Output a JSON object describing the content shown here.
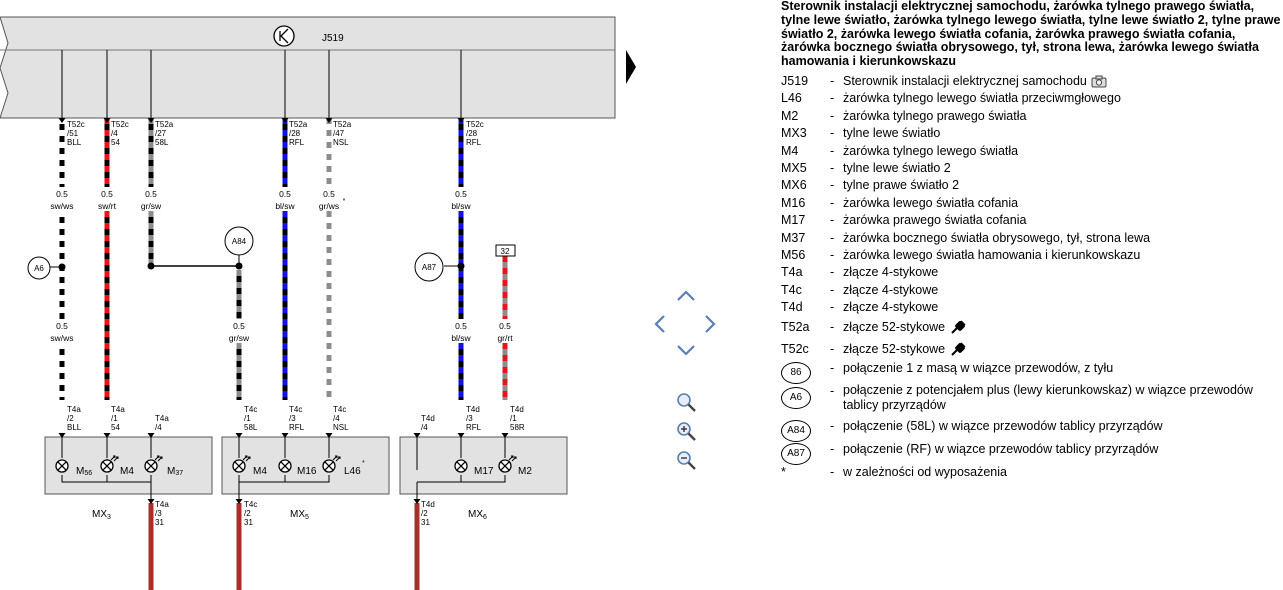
{
  "diagram": {
    "control_unit": {
      "label": "J519"
    },
    "connectors": [
      {
        "id": "w1",
        "conn": "T52c",
        "pin": "/51",
        "sig": "BLL"
      },
      {
        "id": "w2",
        "conn": "T52c",
        "pin": "/4",
        "sig": "54"
      },
      {
        "id": "w3",
        "conn": "T52a",
        "pin": "/27",
        "sig": "58L"
      },
      {
        "id": "w4",
        "conn": "T52a",
        "pin": "/28",
        "sig": "RFL"
      },
      {
        "id": "w5",
        "conn": "T52a",
        "pin": "/47",
        "sig": "NSL"
      },
      {
        "id": "w6",
        "conn": "T52c",
        "pin": "/28",
        "sig": "RFL"
      }
    ],
    "wire_specs": [
      {
        "id": "s1",
        "size": "0.5",
        "color": "sw/ws"
      },
      {
        "id": "s2",
        "size": "0.5",
        "color": "sw/rt"
      },
      {
        "id": "s3",
        "size": "0.5",
        "color": "gr/sw"
      },
      {
        "id": "s4",
        "size": "0.5",
        "color": "bl/sw"
      },
      {
        "id": "s5",
        "size": "0.5",
        "color": "gr/ws",
        "note": "*"
      },
      {
        "id": "s6",
        "size": "0.5",
        "color": "bl/sw"
      },
      {
        "id": "s7",
        "size": "0.5",
        "color": "sw/ws"
      },
      {
        "id": "s8",
        "size": "0.5",
        "color": "gr/sw"
      },
      {
        "id": "s9",
        "size": "0.5",
        "color": "bl/sw"
      },
      {
        "id": "s10",
        "size": "0.5",
        "color": "gr/rt"
      }
    ],
    "junctions": [
      "A6",
      "A84",
      "A87"
    ],
    "ref_box": "32",
    "module_pins": [
      {
        "id": "p1",
        "conn": "T4a",
        "pin": "/2",
        "sig": "BLL"
      },
      {
        "id": "p2",
        "conn": "T4a",
        "pin": "/1",
        "sig": "54"
      },
      {
        "id": "p3",
        "conn": "T4a",
        "pin": "/4",
        "sig": ""
      },
      {
        "id": "p4",
        "conn": "T4c",
        "pin": "/1",
        "sig": "58L"
      },
      {
        "id": "p5",
        "conn": "T4c",
        "pin": "/3",
        "sig": "RFL"
      },
      {
        "id": "p6",
        "conn": "T4c",
        "pin": "/4",
        "sig": "NSL"
      },
      {
        "id": "p7",
        "conn": "T4d",
        "pin": "/4",
        "sig": ""
      },
      {
        "id": "p8",
        "conn": "T4d",
        "pin": "/3",
        "sig": "RFL"
      },
      {
        "id": "p9",
        "conn": "T4d",
        "pin": "/1",
        "sig": "58R"
      }
    ],
    "ground_pins": [
      {
        "id": "g1",
        "conn": "T4a",
        "pin": "/3",
        "sig": "31"
      },
      {
        "id": "g2",
        "conn": "T4c",
        "pin": "/2",
        "sig": "31"
      },
      {
        "id": "g3",
        "conn": "T4d",
        "pin": "/2",
        "sig": "31"
      }
    ],
    "lamps": [
      {
        "id": "M56",
        "main": "M",
        "sub": "56"
      },
      {
        "id": "M4a",
        "main": "M4",
        "sub": ""
      },
      {
        "id": "M37",
        "main": "M",
        "sub": "37"
      },
      {
        "id": "M4b",
        "main": "M4",
        "sub": ""
      },
      {
        "id": "M16",
        "main": "M16",
        "sub": ""
      },
      {
        "id": "L46",
        "main": "L46",
        "sub": "",
        "note": "*"
      },
      {
        "id": "M17",
        "main": "M17",
        "sub": ""
      },
      {
        "id": "M2",
        "main": "M2",
        "sub": ""
      }
    ],
    "modules": [
      {
        "id": "MX3",
        "main": "MX",
        "sub": "3"
      },
      {
        "id": "MX5",
        "main": "MX",
        "sub": "5"
      },
      {
        "id": "MX6",
        "main": "MX",
        "sub": "6"
      }
    ]
  },
  "legend": {
    "title": "Sterownik instalacji elektrycznej samochodu, żarówka tylnego prawego światła, tylne lewe światło, żarówka tylnego lewego światła, tylne lewe światło 2, tylne prawe światło 2, żarówka lewego światła cofania, żarówka prawego światła cofania, żarówka bocznego światła obrysowego, tył, strona lewa, żarówka lewego światła hamowania i kierunkowskazu",
    "items": [
      {
        "code": "J519",
        "desc": "Sterownik instalacji elektrycznej samochodu",
        "icon": "camera-icon"
      },
      {
        "code": "L46",
        "desc": "żarówka tylnego lewego światła przeciwmgłowego"
      },
      {
        "code": "M2",
        "desc": "żarówka tylnego prawego światła"
      },
      {
        "code": "MX3",
        "desc": "tylne lewe światło"
      },
      {
        "code": "M4",
        "desc": "żarówka tylnego lewego światła"
      },
      {
        "code": "MX5",
        "desc": "tylne lewe światło 2"
      },
      {
        "code": "MX6",
        "desc": "tylne prawe światło 2"
      },
      {
        "code": "M16",
        "desc": "żarówka lewego światła cofania"
      },
      {
        "code": "M17",
        "desc": "żarówka prawego światła cofania"
      },
      {
        "code": "M37",
        "desc": "żarówka bocznego światła obrysowego, tył, strona lewa"
      },
      {
        "code": "M56",
        "desc": "żarówka lewego światła hamowania i kierunkowskazu"
      },
      {
        "code": "T4a",
        "desc": "złącze 4-stykowe"
      },
      {
        "code": "T4c",
        "desc": "złącze 4-stykowe"
      },
      {
        "code": "T4d",
        "desc": "złącze 4-stykowe"
      },
      {
        "code": "T52a",
        "desc": "złącze 52-stykowe",
        "icon": "connector-icon"
      },
      {
        "code": "T52c",
        "desc": "złącze 52-stykowe",
        "icon": "connector-icon"
      }
    ],
    "circle_items": [
      {
        "code": "86",
        "desc": "połączenie 1 z masą w wiązce przewodów, z tyłu"
      },
      {
        "code": "A6",
        "desc": "połączenie z potencjałem plus (lewy kierunkowskaz) w wiązce przewodów tablicy przyrządów"
      },
      {
        "code": "A84",
        "desc": "połączenie (58L) w wiązce przewodów tablicy przyrządów"
      },
      {
        "code": "A87",
        "desc": "połączenie (RF) w wiązce przewodów tablicy przyrządów"
      }
    ],
    "footnote": {
      "code": "*",
      "desc": "w zależności od wyposażenia"
    }
  },
  "colors": {
    "control_unit_fill": "#e2e2e2",
    "module_fill": "#e2e2e2",
    "black": "#000000",
    "white": "#ffffff",
    "red": "#e8141c",
    "blue": "#1010e8",
    "grey": "#8c8c8c",
    "ground_brown": "#a8302a",
    "nav_icon": "#5a7fb5"
  }
}
